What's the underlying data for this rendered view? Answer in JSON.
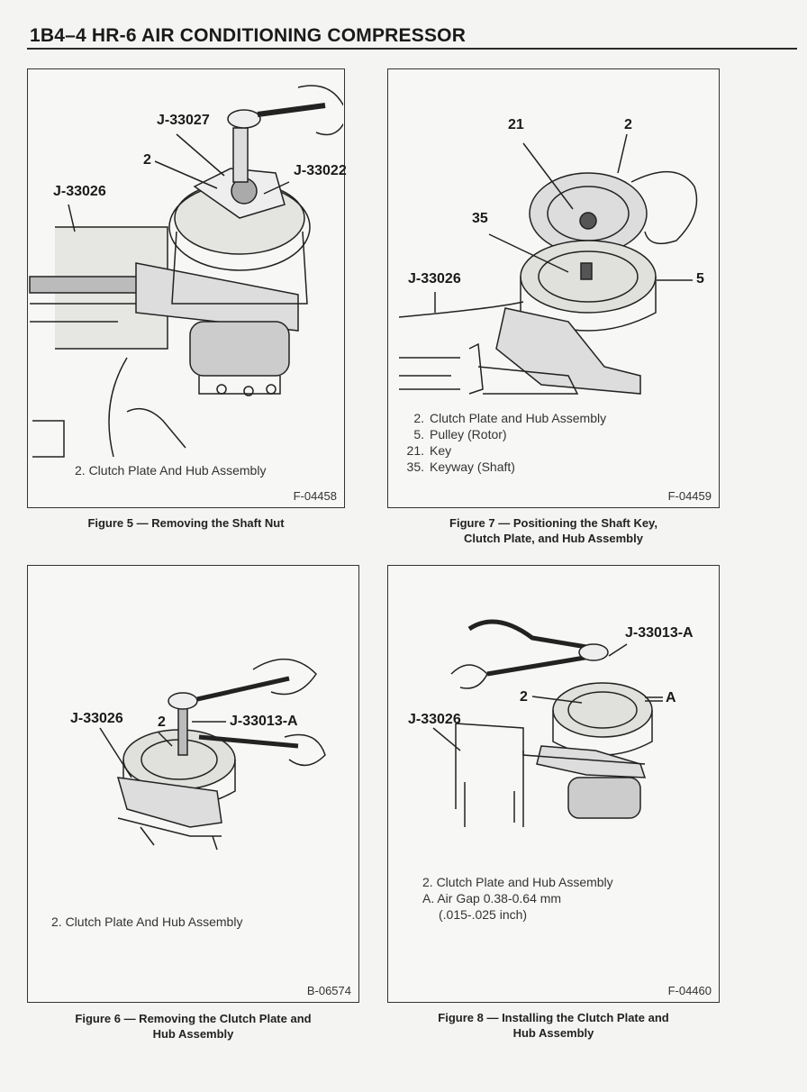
{
  "header": {
    "title": "1B4–4  HR-6 AIR CONDITIONING COMPRESSOR"
  },
  "figures": {
    "fig5": {
      "callouts": {
        "j33027": "J-33027",
        "two": "2",
        "j33022": "J-33022",
        "j33026": "J-33026"
      },
      "legend": [
        "2. Clutch Plate And Hub Assembly"
      ],
      "code": "F-04458",
      "caption": [
        "Figure 5 — Removing the Shaft Nut"
      ]
    },
    "fig7": {
      "callouts": {
        "n21": "21",
        "n2": "2",
        "n35": "35",
        "j33026": "J-33026",
        "n5": "5"
      },
      "legend": [
        {
          "num": "2.",
          "text": "Clutch Plate and Hub Assembly"
        },
        {
          "num": "5.",
          "text": "Pulley (Rotor)"
        },
        {
          "num": "21.",
          "text": "Key"
        },
        {
          "num": "35.",
          "text": "Keyway (Shaft)"
        }
      ],
      "code": "F-04459",
      "caption": [
        "Figure 7 — Positioning the Shaft Key,",
        "Clutch Plate, and Hub Assembly"
      ]
    },
    "fig6": {
      "callouts": {
        "j33026": "J-33026",
        "two": "2",
        "j33013a": "J-33013-A"
      },
      "legend": [
        "2. Clutch Plate And Hub Assembly"
      ],
      "code": "B-06574",
      "caption": [
        "Figure 6 — Removing the Clutch Plate and",
        "Hub Assembly"
      ]
    },
    "fig8": {
      "callouts": {
        "j33013a": "J-33013-A",
        "two": "2",
        "a": "A",
        "j33026": "J-33026"
      },
      "legend": [
        "2. Clutch Plate and Hub Assembly",
        "A. Air Gap 0.38-0.64 mm",
        "(.015-.025 inch)"
      ],
      "code": "F-04460",
      "caption": [
        "Figure 8 — Installing the Clutch Plate and",
        "Hub Assembly"
      ]
    }
  }
}
